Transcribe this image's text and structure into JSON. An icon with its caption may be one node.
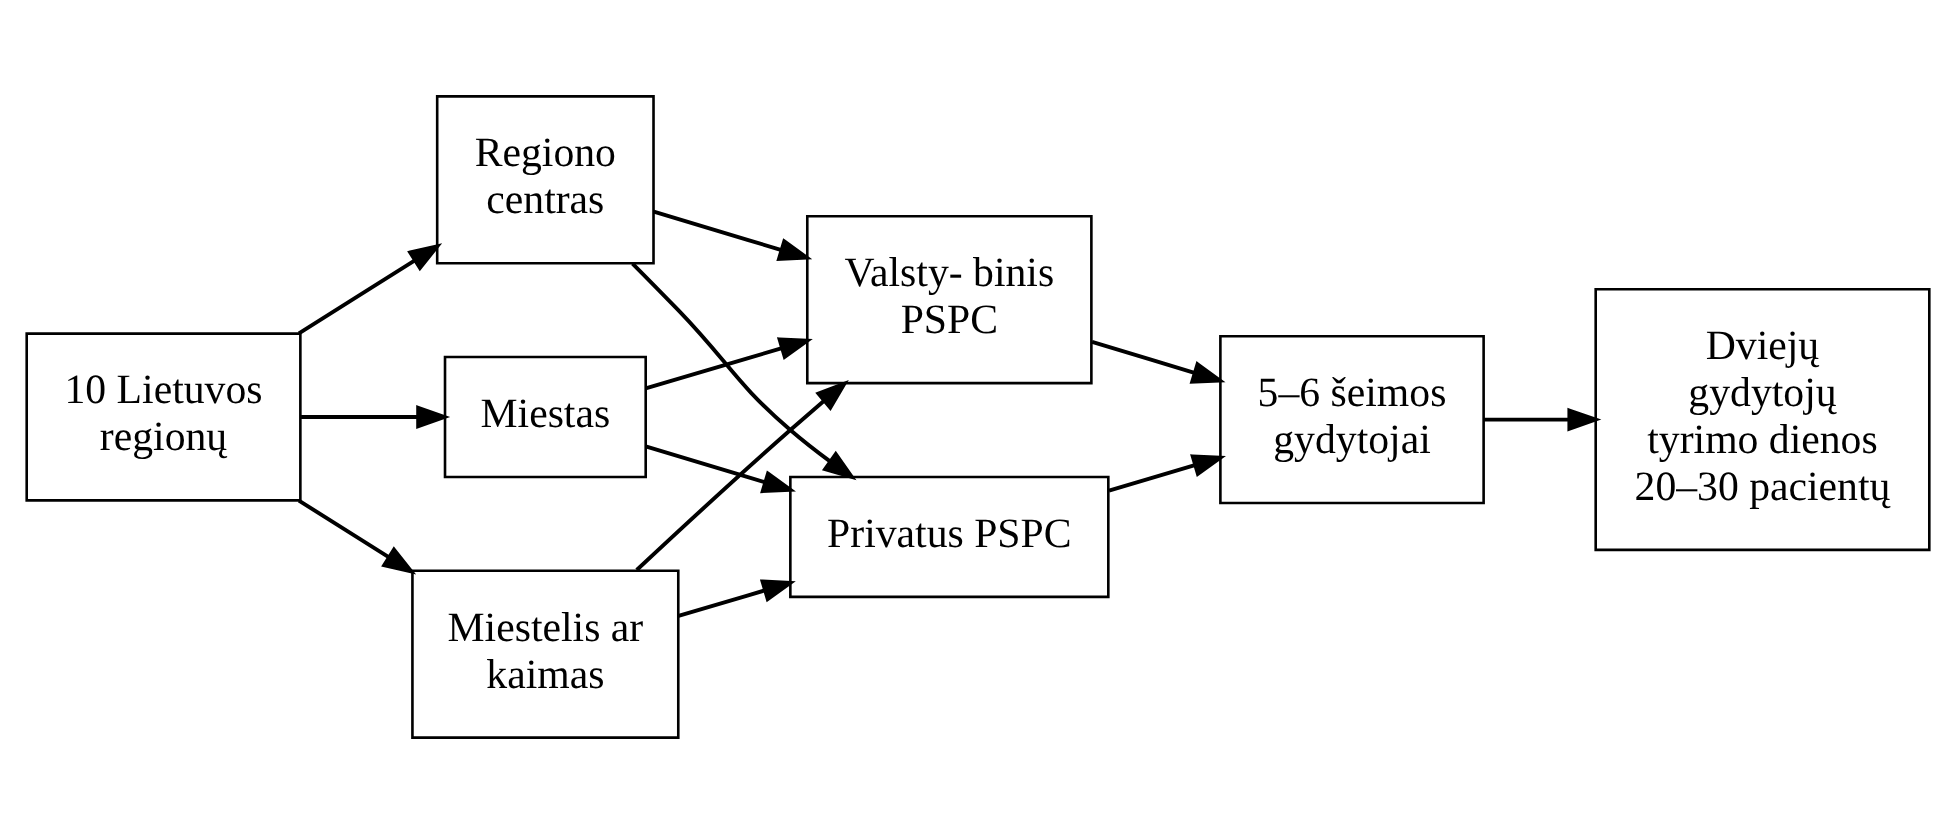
{
  "diagram": {
    "nodes": [
      {
        "text": [
          "10 Lietuvos regionų"
        ]
      },
      {
        "text": [
          "Regiono centras"
        ]
      },
      {
        "text": [
          "Miestas"
        ]
      },
      {
        "text": [
          "Miestelis ar kaimas"
        ]
      },
      {
        "text": [
          "Valsty- binis PSPC"
        ]
      },
      {
        "text": [
          "Privatus PSPC"
        ]
      },
      {
        "text": [
          "5–6 šeimos gydytojai"
        ]
      },
      {
        "text": [
          "Dviejų gydytojų tyrimo dienos 20–30 pacientų"
        ]
      }
    ],
    "edges": [
      {
        "from": 0,
        "to": 1,
        "arrow": "to"
      },
      {
        "from": 0,
        "to": 2,
        "arrow": "to"
      },
      {
        "from": 0,
        "to": 3,
        "arrow": "to"
      },
      {
        "from": 1,
        "to": 4,
        "arrow": "to"
      },
      {
        "from": 1,
        "to": 5,
        "arrow": "to"
      },
      {
        "from": 2,
        "to": 4,
        "arrow": "to"
      },
      {
        "from": 2,
        "to": 5,
        "arrow": "to"
      },
      {
        "from": 3,
        "to": 4,
        "arrow": "to"
      },
      {
        "from": 3,
        "to": 5,
        "arrow": "to"
      },
      {
        "from": 4,
        "to": 6,
        "arrow": "to"
      },
      {
        "from": 5,
        "to": 6,
        "arrow": "to"
      },
      {
        "from": 6,
        "to": 7,
        "arrow": "to"
      }
    ]
  }
}
